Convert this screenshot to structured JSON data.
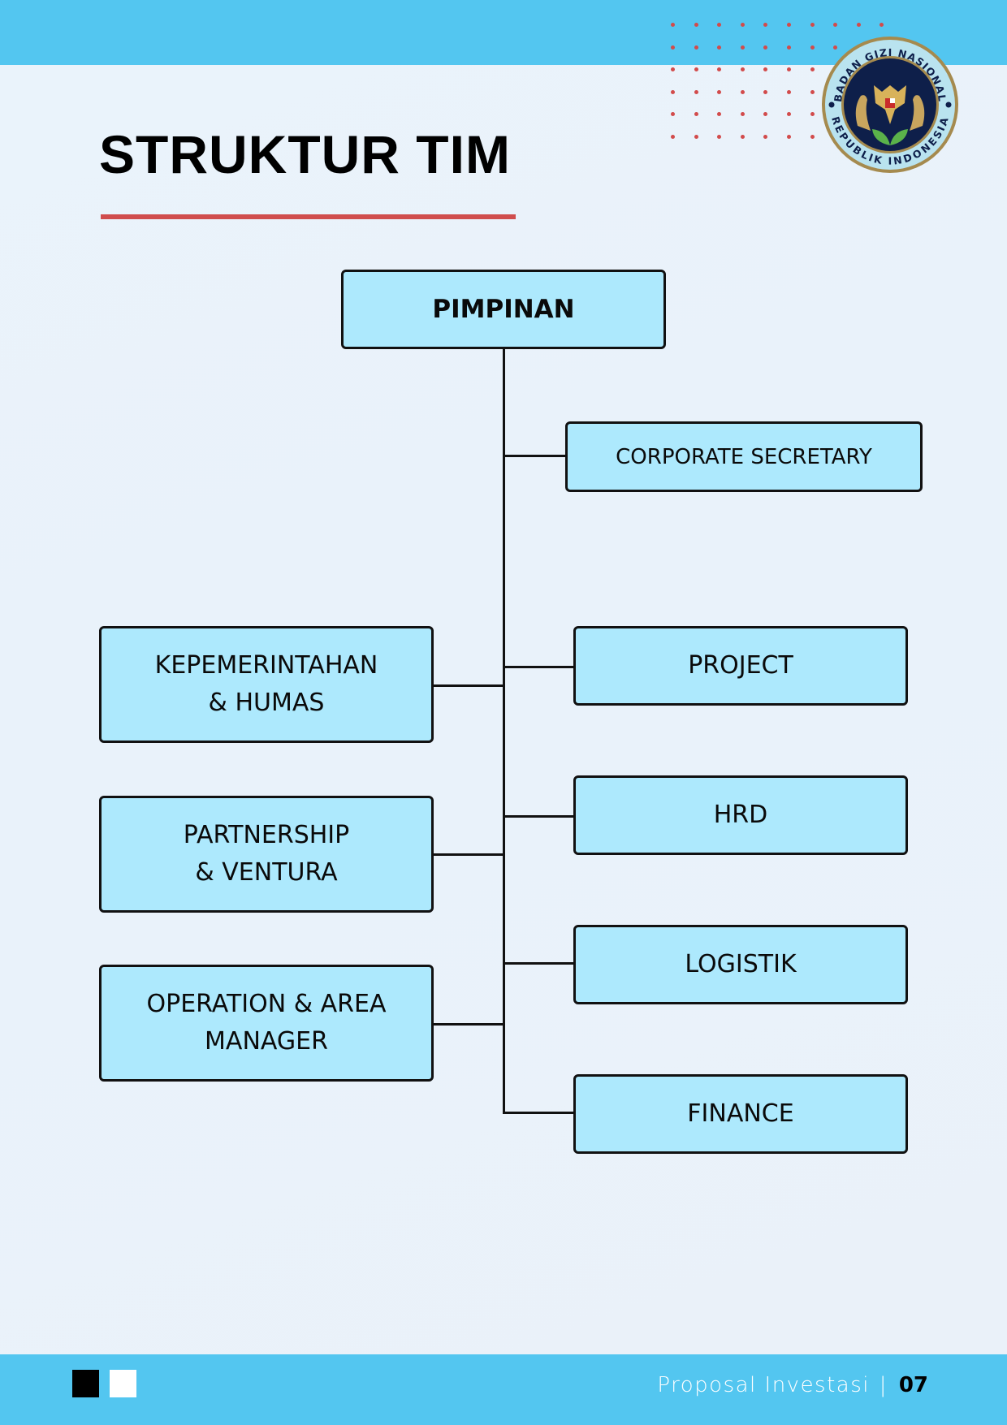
{
  "page": {
    "title": "STRUKTUR TIM",
    "colors": {
      "banner": "#53c6f0",
      "accent_red": "#d04d4d",
      "box_fill": "#ade9fd",
      "box_border": "#111111",
      "background": "#eaf3fb"
    }
  },
  "logo": {
    "text_top": "BADAN GIZI NASIONAL",
    "text_bottom": "REPUBLIK INDONESIA",
    "icon": "garuda-emblem"
  },
  "org_chart": {
    "root": {
      "label": "PIMPINAN"
    },
    "right_branches": [
      {
        "label": "CORPORATE SECRETARY"
      },
      {
        "label": "PROJECT"
      },
      {
        "label": "HRD"
      },
      {
        "label": "LOGISTIK"
      },
      {
        "label": "FINANCE"
      }
    ],
    "left_branches": [
      {
        "label": "KEPEMERINTAHAN\n& HUMAS"
      },
      {
        "label": "PARTNERSHIP\n& VENTURA"
      },
      {
        "label": "OPERATION & AREA\nMANAGER"
      }
    ]
  },
  "footer": {
    "doc_title": "Proposal Investasi",
    "separator": "|",
    "page_number": "07"
  }
}
